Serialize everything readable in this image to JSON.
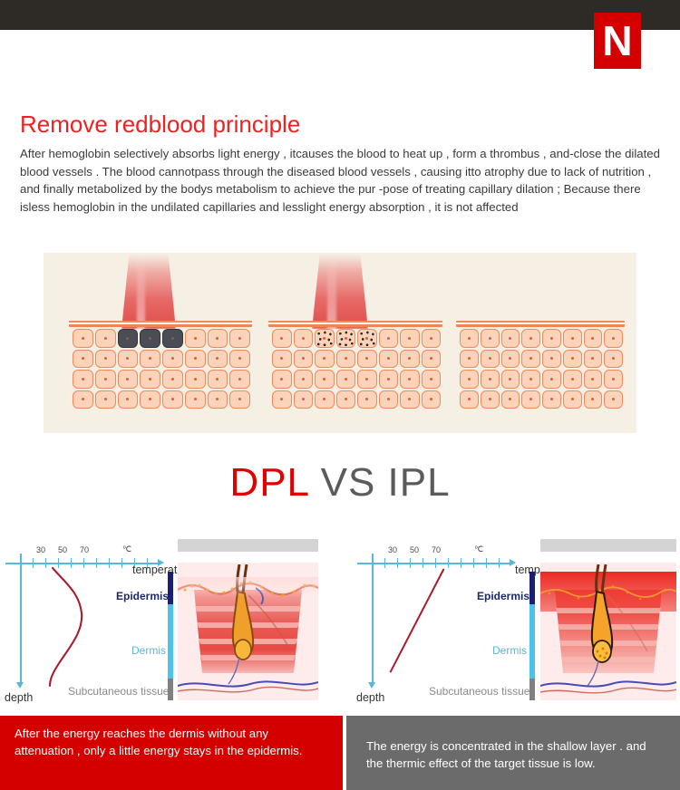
{
  "header": {
    "logo_letter": "N",
    "bar_color": "#2e2a26",
    "logo_color": "#d40000"
  },
  "section": {
    "title": "Remove redblood principle",
    "title_color": "#ee2222",
    "body": "After hemoglobin selectively absorbs light energy , itcauses the blood to heat up , form a thrombus , and-close the dilated blood vessels . The blood cannotpass through the diseased blood vessels , causing itto atrophy due to lack of nutrition , and finally metabolized by the bodys metabolism to achieve the pur -pose of treating capillary dilation ; Because there isless hemoglobin in the undilated capillaries and lesslight energy absorption , it is not affected"
  },
  "illustration": {
    "panel_background": "#f5efe4",
    "panels": [
      {
        "name": "beam-on-dark-cells",
        "beam": true,
        "highlight": "dark"
      },
      {
        "name": "beam-on-speckled-cells",
        "beam": true,
        "highlight": "speck"
      },
      {
        "name": "normal-cells-no-beam",
        "beam": false,
        "highlight": "none"
      }
    ],
    "cell_fill": "#fbd3ba",
    "cell_border": "#f08a5a",
    "dark_cell_fill": "#4a4d55",
    "beam_color": "#dc3030"
  },
  "vs_heading": {
    "left": "DPL",
    "right": " VS IPL",
    "left_color": "#e00000",
    "right_color": "#5b5b5b"
  },
  "chart_data": {
    "type": "line",
    "title": "DPL VS IPL",
    "xlabel": "temperature",
    "ylabel": "depth",
    "unit": "℃",
    "tick_labels": [
      "30",
      "50",
      "70"
    ],
    "tick_count": 11,
    "axis_color": "#5ab7d8",
    "curve_color": "#a81e2e",
    "layers": [
      "Epidermis",
      "Dermis",
      "Subcutaneous tissue"
    ],
    "layer_colors": [
      "#1b2070",
      "#4ec3e8",
      "#808080"
    ],
    "series": [
      {
        "name": "DPL",
        "shape": "bulge",
        "description": "Temperature rises to a peak within the dermis then falls, energy reaches the dermis without attenuation",
        "points": [
          [
            40,
            0
          ],
          [
            55,
            12
          ],
          [
            70,
            30
          ],
          [
            72,
            45
          ],
          [
            60,
            65
          ],
          [
            46,
            85
          ],
          [
            42,
            100
          ]
        ]
      },
      {
        "name": "IPL",
        "shape": "linear",
        "description": "Temperature falls linearly with depth, energy concentrated in shallow layer",
        "points": [
          [
            78,
            0
          ],
          [
            60,
            35
          ],
          [
            42,
            70
          ],
          [
            32,
            100
          ]
        ]
      }
    ]
  },
  "comparison": {
    "left": {
      "axis_x_label": "temperature",
      "axis_y_label": "depth",
      "unit": "℃",
      "ticks": [
        "30",
        "50",
        "70"
      ],
      "layers": [
        {
          "label": "Epidermis",
          "color": "#1b2070"
        },
        {
          "label": "Dermis",
          "color": "#4ec3e8"
        },
        {
          "label": "Subcutaneous tissue",
          "color": "#808080"
        }
      ],
      "caption": "After the energy reaches the dermis without any attenuation , only a little energy stays in the epidermis.",
      "caption_bg": "#d40000"
    },
    "right": {
      "axis_x_label": "temperature",
      "axis_y_label": "depth",
      "unit": "℃",
      "ticks": [
        "30",
        "50",
        "70"
      ],
      "layers": [
        {
          "label": "Epidermis",
          "color": "#1b2070"
        },
        {
          "label": "Dermis",
          "color": "#4ec3e8"
        },
        {
          "label": "Subcutaneous tissue",
          "color": "#808080"
        }
      ],
      "caption": "The energy is concentrated in the shallow layer . and the thermic effect of the target tissue is low.",
      "caption_bg": "#6b6b6b"
    }
  }
}
